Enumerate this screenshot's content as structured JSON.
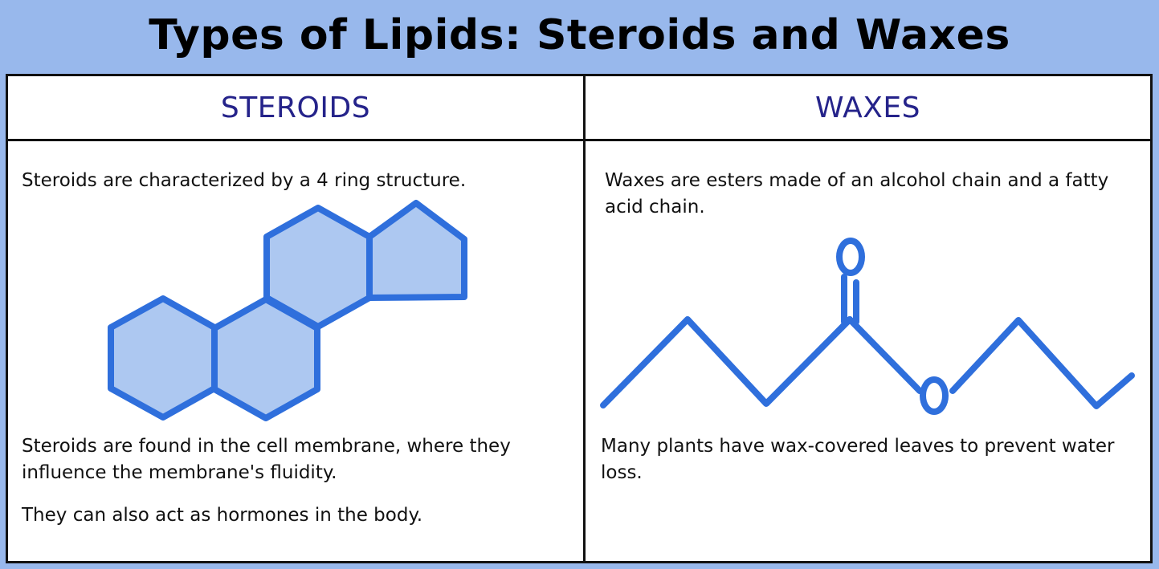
{
  "title": "Types of Lipids: Steroids and Waxes",
  "columns": [
    {
      "heading": "STEROIDS",
      "intro": "Steroids are characterized by a 4 ring structure.",
      "paragraphs": [
        "Steroids are found in the cell membrane, where they influence the membrane's fluidity.",
        "They can also act as hormones in the body."
      ]
    },
    {
      "heading": "WAXES",
      "intro": "Waxes are esters made of an alcohol chain and a fatty acid chain.",
      "paragraphs": [
        "Many plants have wax-covered leaves to prevent water loss."
      ]
    }
  ],
  "diagrams": {
    "steroid": {
      "icon": "steroid-four-ring-structure",
      "ring_count": 4
    },
    "ester": {
      "icon": "ester-skeletal-structure",
      "atom_labels": [
        "O",
        "O"
      ]
    }
  },
  "colors": {
    "background": "#98b8ec",
    "heading": "#25238a",
    "diagram_stroke": "#2f6fdc",
    "diagram_fill": "#adc8f1"
  }
}
